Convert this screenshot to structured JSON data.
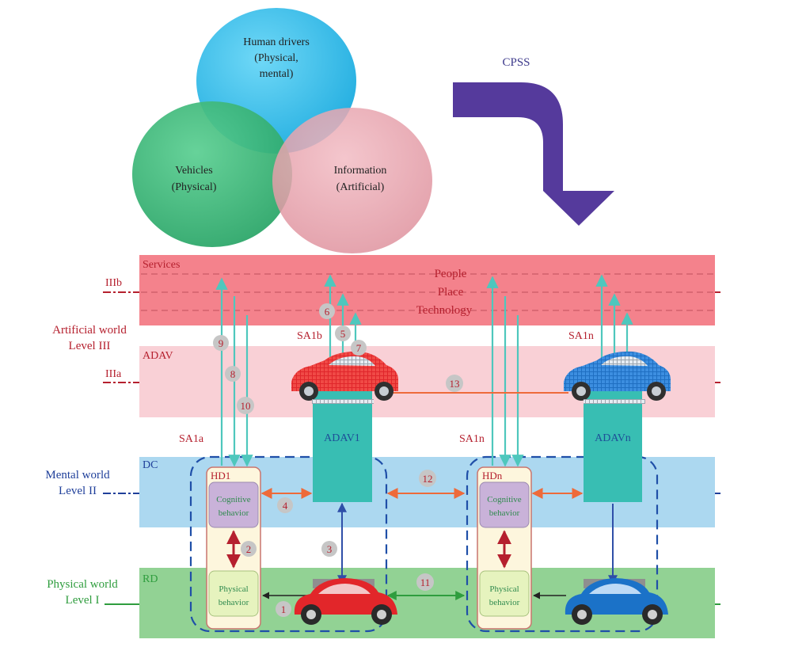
{
  "venn": {
    "human": {
      "line1": "Human drivers",
      "line2": "(Physical,",
      "line3": "mental)"
    },
    "vehicles": {
      "line1": "Vehicles",
      "line2": "(Physical)"
    },
    "information": {
      "line1": "Information",
      "line2": "(Artificial)"
    }
  },
  "cpss_label": "CPSS",
  "bands": {
    "services": "Services",
    "adav": "ADAV",
    "dc": "DC",
    "rd": "RD"
  },
  "service_items": {
    "people": "People",
    "place": "Place",
    "technology": "Technology"
  },
  "levels": {
    "artificial_line1": "Artificial world",
    "artificial_line2": "Level III",
    "mental_line1": "Mental world",
    "mental_line2": "Level II",
    "physical_line1": "Physical world",
    "physical_line2": "Level I",
    "iiib": "IIIb",
    "iiia": "IIIa"
  },
  "nodes": {
    "hd1": "HD1",
    "hdn": "HDn",
    "adav1": "ADAV1",
    "adavn": "ADAVn",
    "cognitive_line1": "Cognitive",
    "cognitive_line2": "behavior",
    "physical_line1": "Physical",
    "physical_line2": "behavior"
  },
  "sa_labels": {
    "sa1a": "SA1a",
    "sa1b": "SA1b",
    "sa1n_left": "SA1n",
    "sa1n_right": "SA1n"
  },
  "numbers": {
    "n1": "1",
    "n2": "2",
    "n3": "3",
    "n4": "4",
    "n5": "5",
    "n6": "6",
    "n7": "7",
    "n8": "8",
    "n9": "9",
    "n10": "10",
    "n11": "11",
    "n12": "12",
    "n13": "13"
  },
  "colors": {
    "human_circle": "#3bbfe8",
    "vehicle_circle": "#3cb878",
    "info_circle": "#e8a3ae",
    "cpss_arrow": "#553a9c",
    "services_band": "#f4808a",
    "adav_band": "#f9d0d6",
    "dc_band": "#acd8f0",
    "rd_band": "#92d294",
    "teal_box": "#38beb3",
    "teal_arrow": "#4ec7bd",
    "red_text": "#b5202e",
    "blue_text": "#1f3f9a",
    "green_text": "#2f9d3e",
    "orange_arrow": "#ee6a3a"
  }
}
